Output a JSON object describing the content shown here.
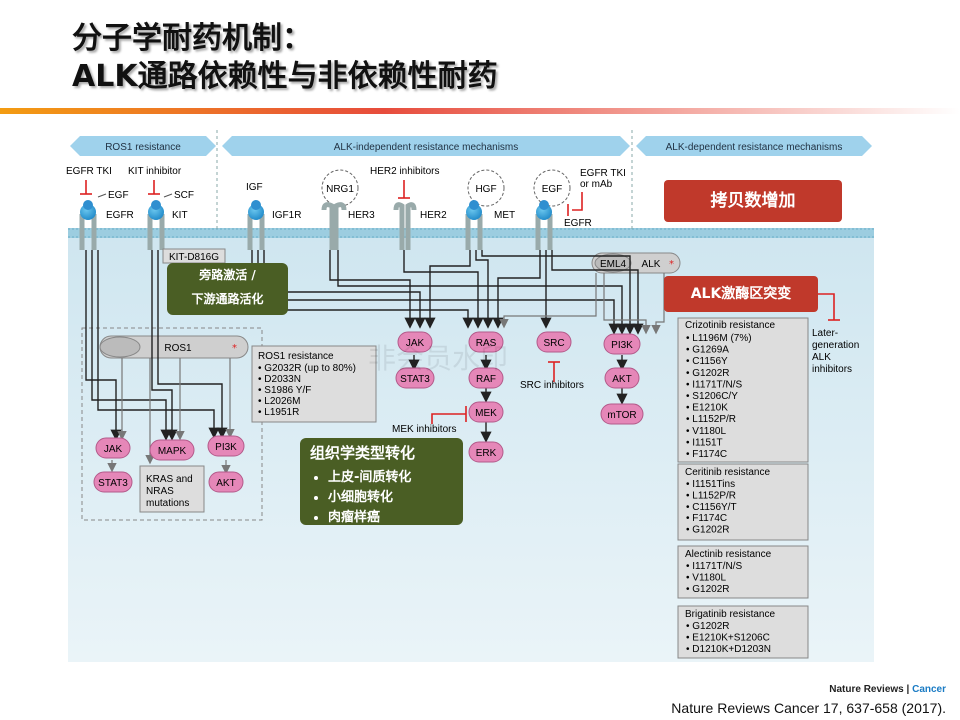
{
  "title": {
    "line1": "分子学耐药机制：",
    "line2": "ALK通路依赖性与非依赖性耐药"
  },
  "banners": {
    "ros1": "ROS1 resistance",
    "independent": "ALK-independent resistance mechanisms",
    "dependent": "ALK-dependent resistance mechanisms"
  },
  "inhibitors": {
    "egfr_tki": "EGFR TKI",
    "kit_inhibitor": "KIT inhibitor",
    "her2_inhibitors": "HER2 inhibitors",
    "egfr_tki_mab": "EGFR TKI",
    "or_mab": "or mAb",
    "mek_inhibitors": "MEK inhibitors",
    "src_inhibitors": "SRC inhibitors",
    "later_gen": [
      "Later-",
      "generation",
      "ALK",
      "inhibitors"
    ]
  },
  "ligands": {
    "egf1": "EGF",
    "scf": "SCF",
    "igf": "IGF",
    "nrg1": "NRG1",
    "hgf": "HGF",
    "egf2": "EGF"
  },
  "receptors": {
    "egfr1": "EGFR",
    "kit": "KIT",
    "igf1r": "IGF1R",
    "her3": "HER3",
    "her2": "HER2",
    "met": "MET",
    "egfr2": "EGFR"
  },
  "kit_mutation": "KIT-D816G",
  "fusion": {
    "eml4": "EML4",
    "alk": "ALK",
    "ros1": "ROS1"
  },
  "nodes_mid": {
    "jak": "JAK",
    "stat3": "STAT3",
    "ras": "RAS",
    "raf": "RAF",
    "mek": "MEK",
    "erk": "ERK",
    "src": "SRC",
    "pi3k": "PI3K",
    "akt": "AKT",
    "mtor": "mTOR"
  },
  "nodes_left": {
    "jak": "JAK",
    "stat3": "STAT3",
    "mapk": "MAPK",
    "pi3k": "PI3K",
    "akt": "AKT",
    "kras": [
      "KRAS and",
      "NRAS",
      "mutations"
    ]
  },
  "ros1_res": {
    "title": "ROS1 resistance",
    "items": [
      "• G2032R (up to 80%)",
      "• D2033N",
      "• S1986 Y/F",
      "• L2026M",
      "• L1951R"
    ]
  },
  "crizotinib": {
    "title": "Crizotinib resistance",
    "items": [
      "• L1196M (7%)",
      "• G1269A",
      "• C1156Y",
      "• G1202R",
      "• I1171T/N/S",
      "• S1206C/Y",
      "• E1210K",
      "• L1152P/R",
      "• V1180L",
      "• I1151T",
      "• F1174C"
    ]
  },
  "ceritinib": {
    "title": "Ceritinib resistance",
    "items": [
      "• I1151Tins",
      "• L1152P/R",
      "• C1156Y/T",
      "• F1174C",
      "• G1202R"
    ]
  },
  "alectinib": {
    "title": "Alectinib resistance",
    "items": [
      "• I1171T/N/S",
      "• V1180L",
      "• G1202R"
    ]
  },
  "brigatinib": {
    "title": "Brigatinib resistance",
    "items": [
      "• G1202R",
      "• E1210K+S1206C",
      "• D1210K+D1203N"
    ]
  },
  "watermark": "非会员水印",
  "callouts": {
    "copy_number": "拷贝数增加",
    "bypass_line1": "旁路激活 /",
    "bypass_line2": "下游通路活化",
    "alk_mut": "ALK激酶区突变",
    "histo_title": "组织学类型转化",
    "histo_items": [
      "上皮-间质转化",
      "小细胞转化",
      "肉瘤样癌"
    ]
  },
  "journal": {
    "name": "Nature Reviews",
    "sep": " | ",
    "section": "Cancer"
  },
  "citation": "Nature Reviews Cancer 17, 637-658 (2017)."
}
